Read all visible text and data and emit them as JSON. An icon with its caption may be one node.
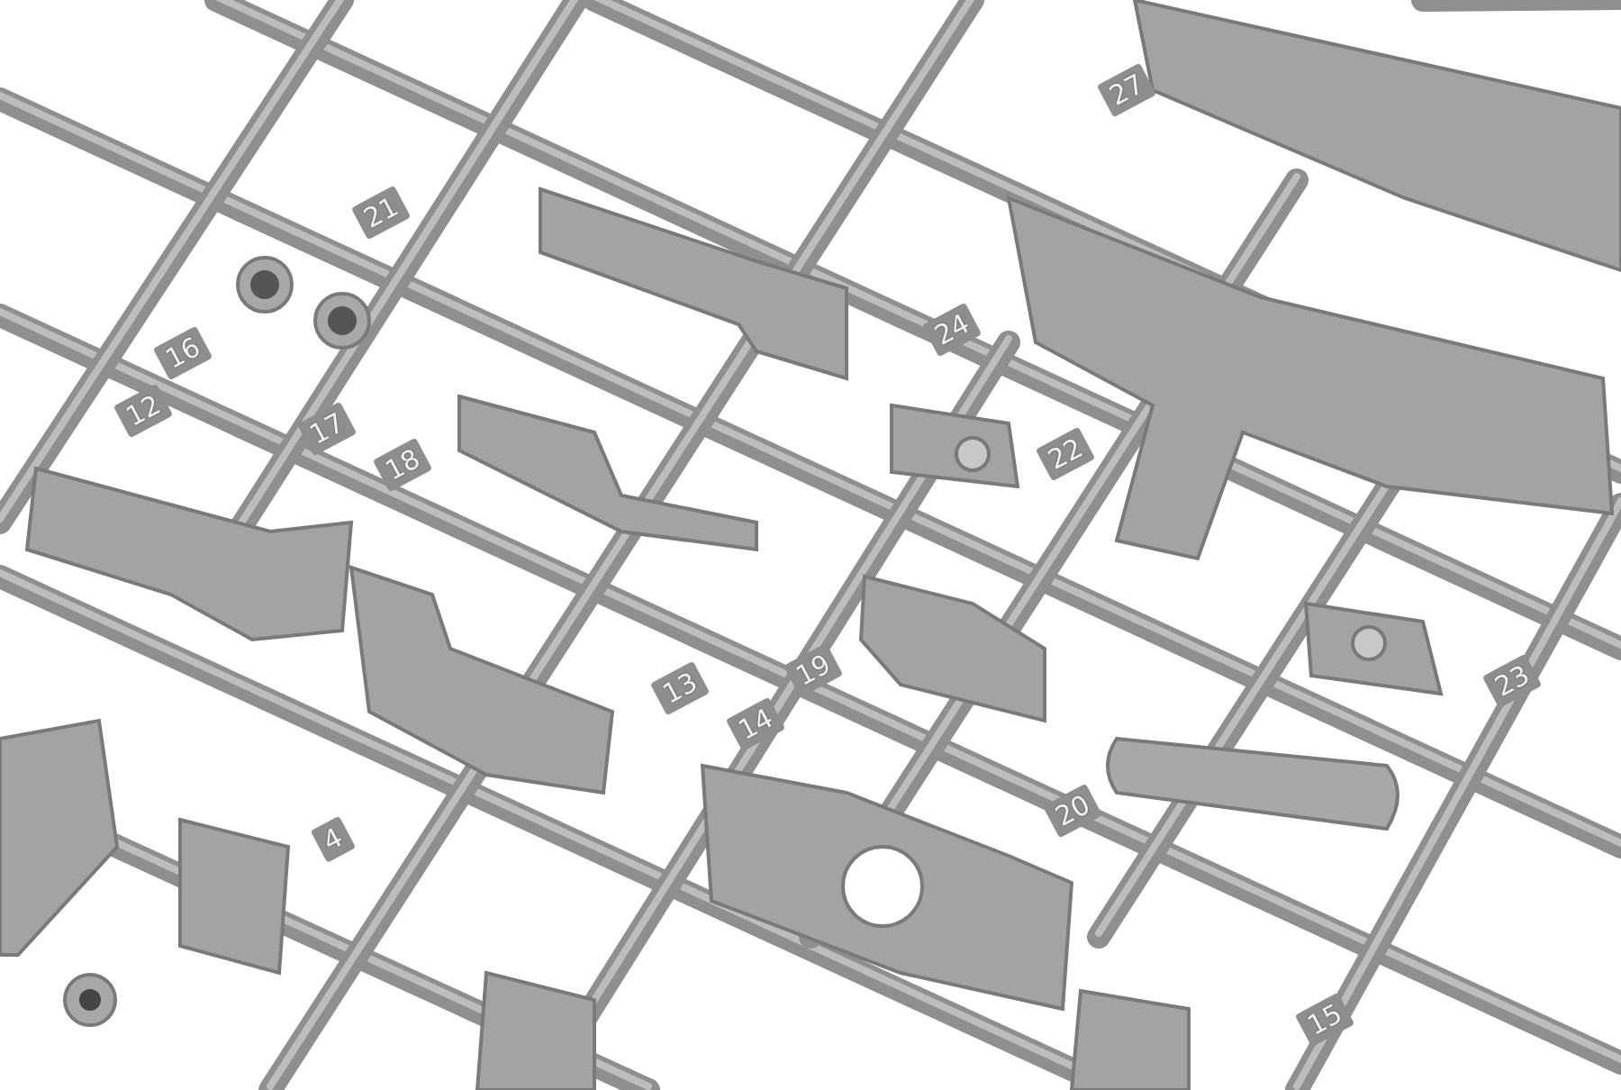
{
  "diagram": {
    "labels": [
      "27",
      "21",
      "24",
      "16",
      "12",
      "17",
      "22",
      "18",
      "19",
      "23",
      "13",
      "14",
      "20",
      "4",
      "15"
    ]
  }
}
